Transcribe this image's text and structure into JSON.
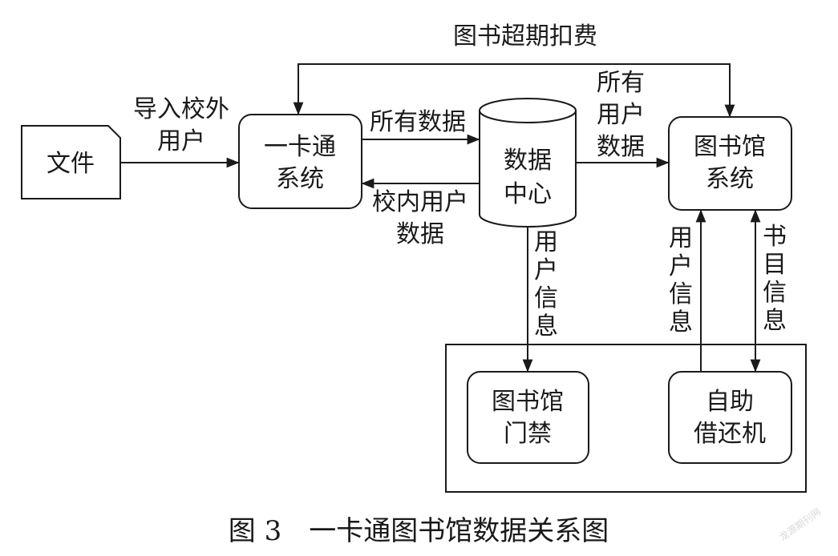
{
  "nodes": {
    "file": "文件",
    "card_system": [
      "一卡通",
      "系统"
    ],
    "data_center": [
      "数据",
      "中心"
    ],
    "library_system": [
      "图书馆",
      "系统"
    ],
    "library_gate": [
      "图书馆",
      "门禁"
    ],
    "self_service": [
      "自助",
      "借还机"
    ]
  },
  "edges": {
    "overdue_fee": "图书超期扣费",
    "import_external": [
      "导入校外",
      "用户"
    ],
    "all_data": "所有数据",
    "internal_users": [
      "校内用户",
      "数据"
    ],
    "all_user_data": [
      "所有",
      "用户",
      "数据"
    ],
    "user_info_gate": [
      "用",
      "户",
      "信",
      "息"
    ],
    "user_info_machine": [
      "用",
      "户",
      "信",
      "息"
    ],
    "book_info": [
      "书",
      "目",
      "信",
      "息"
    ]
  },
  "caption": "图 3　一卡通图书馆数据关系图",
  "watermark": "龙源期刊网"
}
